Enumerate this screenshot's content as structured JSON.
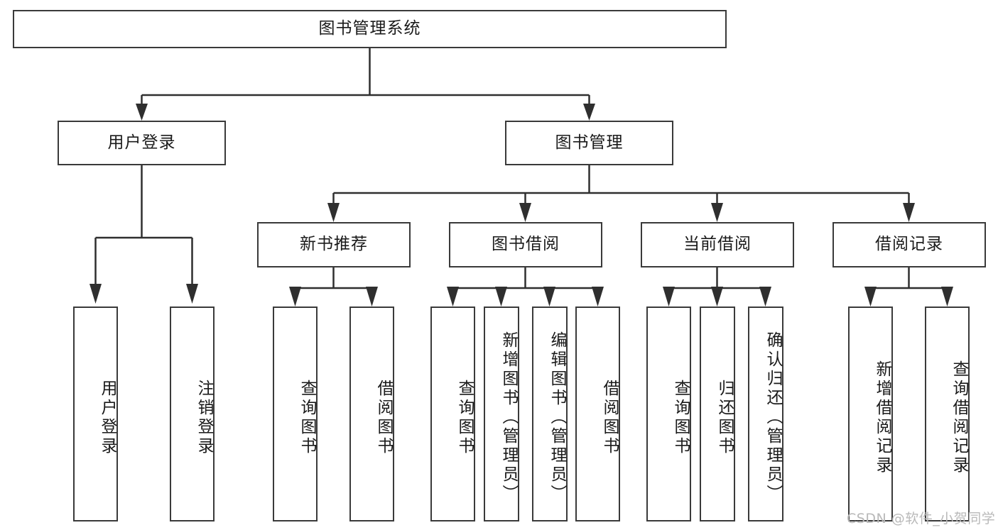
{
  "diagram": {
    "title": "图书管理系统",
    "type": "tree-hierarchy",
    "watermark": "CSDN @软件_小贺同学",
    "colors": {
      "stroke": "#3a3a3a",
      "fill": "#ffffff",
      "text": "#1a1a1a",
      "watermark": "#b9b9b9"
    },
    "nodes": {
      "root": {
        "label": "图书管理系统",
        "orientation": "horizontal"
      },
      "level1": [
        {
          "label": "用户登录",
          "orientation": "horizontal"
        },
        {
          "label": "图书管理",
          "orientation": "horizontal"
        }
      ],
      "level2": [
        {
          "label": "新书推荐",
          "orientation": "horizontal"
        },
        {
          "label": "图书借阅",
          "orientation": "horizontal"
        },
        {
          "label": "当前借阅",
          "orientation": "horizontal"
        },
        {
          "label": "借阅记录",
          "orientation": "horizontal"
        }
      ],
      "leaves": [
        {
          "label": "用户登录",
          "parent": "用户登录",
          "orientation": "vertical"
        },
        {
          "label": "注销登录",
          "parent": "用户登录",
          "orientation": "vertical"
        },
        {
          "label": "查询图书",
          "parent": "新书推荐",
          "orientation": "vertical"
        },
        {
          "label": "借阅图书",
          "parent": "新书推荐",
          "orientation": "vertical"
        },
        {
          "label": "查询图书",
          "parent": "图书借阅",
          "orientation": "vertical"
        },
        {
          "label": "新增图书（管理员）",
          "parent": "图书借阅",
          "orientation": "vertical"
        },
        {
          "label": "编辑图书（管理员）",
          "parent": "图书借阅",
          "orientation": "vertical"
        },
        {
          "label": "借阅图书",
          "parent": "图书借阅",
          "orientation": "vertical"
        },
        {
          "label": "查询图书",
          "parent": "当前借阅",
          "orientation": "vertical"
        },
        {
          "label": "归还图书",
          "parent": "当前借阅",
          "orientation": "vertical"
        },
        {
          "label": "确认归还（管理员）",
          "parent": "当前借阅",
          "orientation": "vertical"
        },
        {
          "label": "新增借阅记录",
          "parent": "借阅记录",
          "orientation": "vertical"
        },
        {
          "label": "查询借阅记录",
          "parent": "借阅记录",
          "orientation": "vertical"
        }
      ]
    }
  }
}
